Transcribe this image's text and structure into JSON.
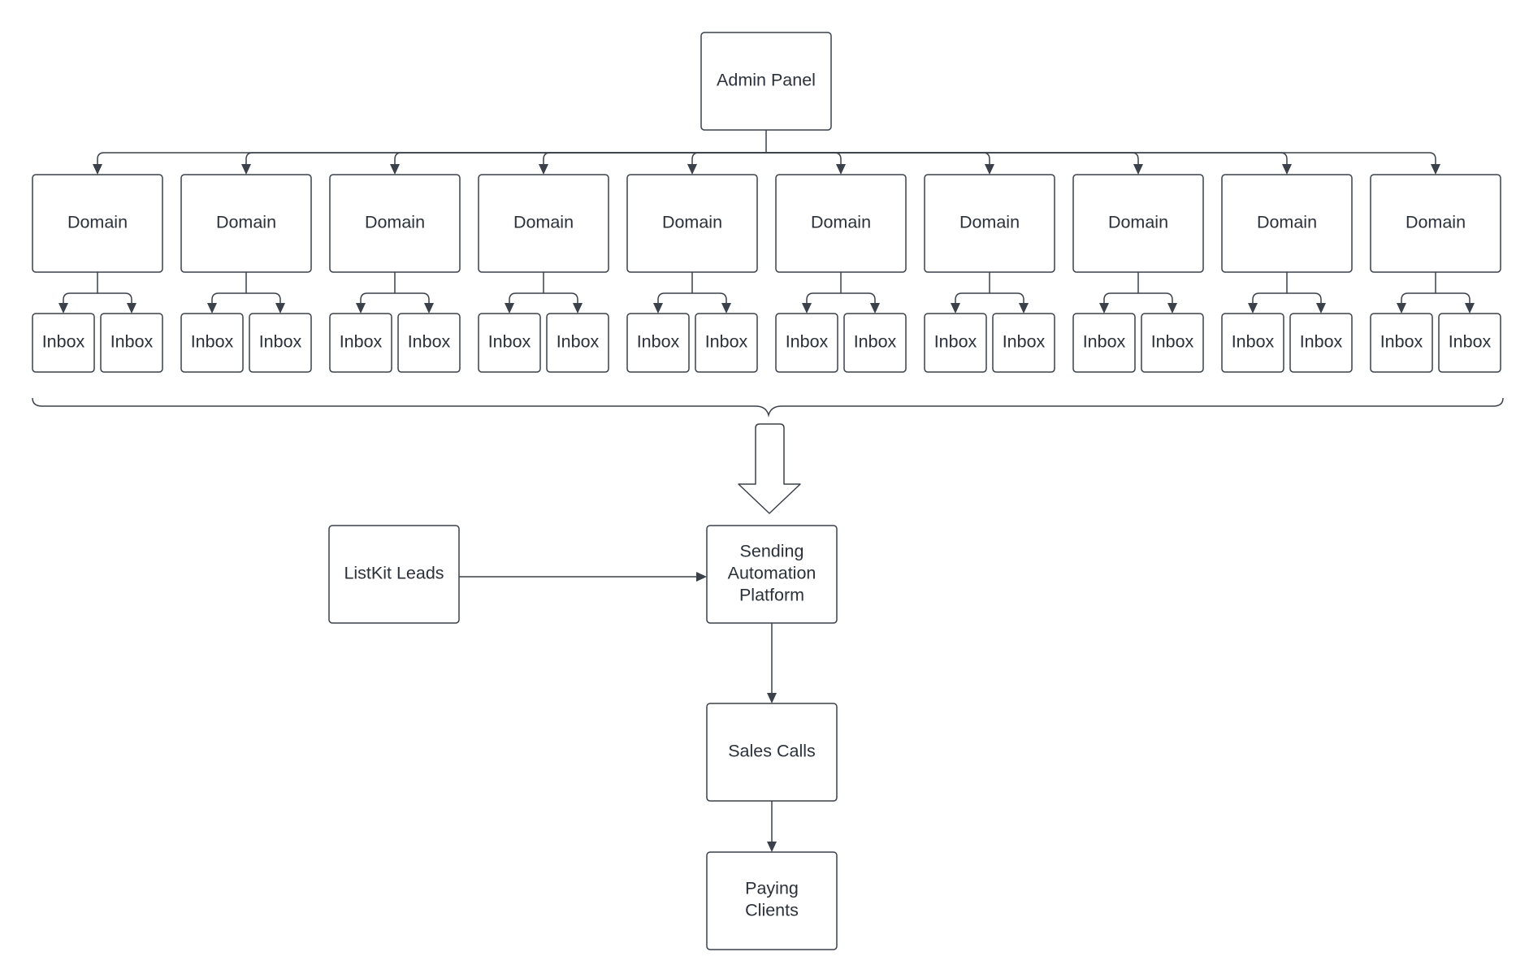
{
  "diagram": {
    "root": {
      "label": "Admin Panel"
    },
    "domains": [
      {
        "label": "Domain",
        "inboxes": [
          "Inbox",
          "Inbox"
        ]
      },
      {
        "label": "Domain",
        "inboxes": [
          "Inbox",
          "Inbox"
        ]
      },
      {
        "label": "Domain",
        "inboxes": [
          "Inbox",
          "Inbox"
        ]
      },
      {
        "label": "Domain",
        "inboxes": [
          "Inbox",
          "Inbox"
        ]
      },
      {
        "label": "Domain",
        "inboxes": [
          "Inbox",
          "Inbox"
        ]
      },
      {
        "label": "Domain",
        "inboxes": [
          "Inbox",
          "Inbox"
        ]
      },
      {
        "label": "Domain",
        "inboxes": [
          "Inbox",
          "Inbox"
        ]
      },
      {
        "label": "Domain",
        "inboxes": [
          "Inbox",
          "Inbox"
        ]
      },
      {
        "label": "Domain",
        "inboxes": [
          "Inbox",
          "Inbox"
        ]
      },
      {
        "label": "Domain",
        "inboxes": [
          "Inbox",
          "Inbox"
        ]
      }
    ],
    "leads": {
      "label": "ListKit Leads"
    },
    "platform": {
      "lines": [
        "Sending",
        "Automation",
        "Platform"
      ]
    },
    "sales_calls": {
      "label": "Sales Calls"
    },
    "paying_clients": {
      "lines": [
        "Paying",
        "Clients"
      ]
    },
    "colors": {
      "stroke": "#3a414a",
      "text": "#2b313a",
      "fill": "#ffffff"
    }
  }
}
